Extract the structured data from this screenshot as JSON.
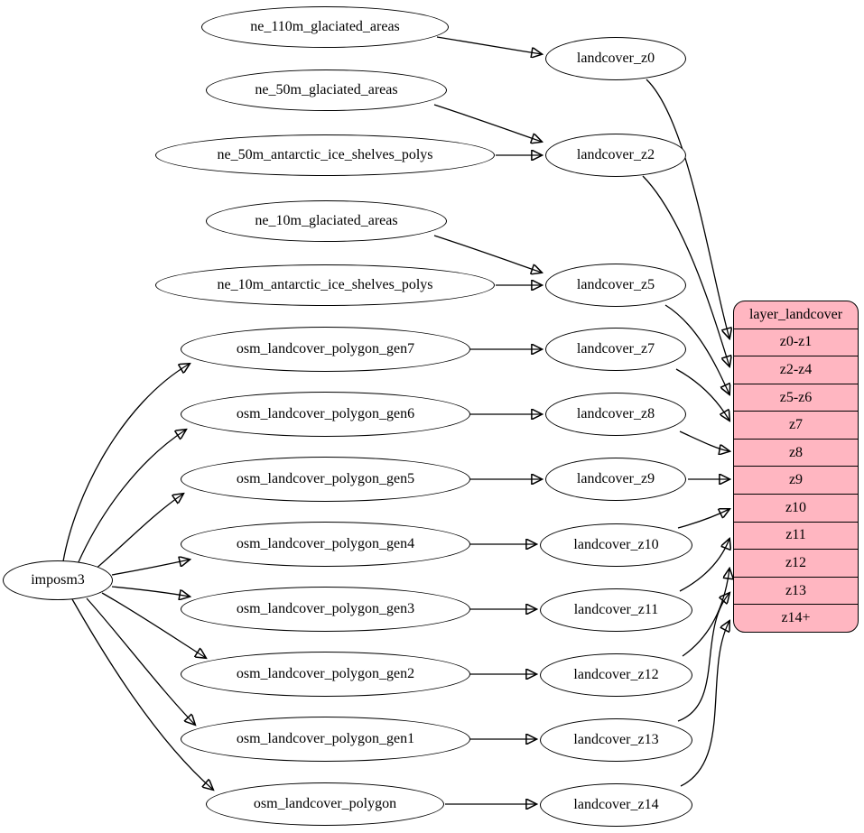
{
  "diagram": {
    "background_color": "#ffffff",
    "edge_color": "#000000",
    "node_fill_color": "#ffffff",
    "table_fill_color": "#ffb6c1"
  },
  "nodes": {
    "importer": "imposm3",
    "sources": [
      "ne_110m_glaciated_areas",
      "ne_50m_glaciated_areas",
      "ne_50m_antarctic_ice_shelves_polys",
      "ne_10m_glaciated_areas",
      "ne_10m_antarctic_ice_shelves_polys",
      "osm_landcover_polygon_gen7",
      "osm_landcover_polygon_gen6",
      "osm_landcover_polygon_gen5",
      "osm_landcover_polygon_gen4",
      "osm_landcover_polygon_gen3",
      "osm_landcover_polygon_gen2",
      "osm_landcover_polygon_gen1",
      "osm_landcover_polygon"
    ],
    "intermediate": [
      "landcover_z0",
      "landcover_z2",
      "landcover_z5",
      "landcover_z7",
      "landcover_z8",
      "landcover_z9",
      "landcover_z10",
      "landcover_z11",
      "landcover_z12",
      "landcover_z13",
      "landcover_z14"
    ]
  },
  "table": {
    "title": "layer_landcover",
    "rows": [
      "z0-z1",
      "z2-z4",
      "z5-z6",
      "z7",
      "z8",
      "z9",
      "z10",
      "z11",
      "z12",
      "z13",
      "z14+"
    ]
  }
}
